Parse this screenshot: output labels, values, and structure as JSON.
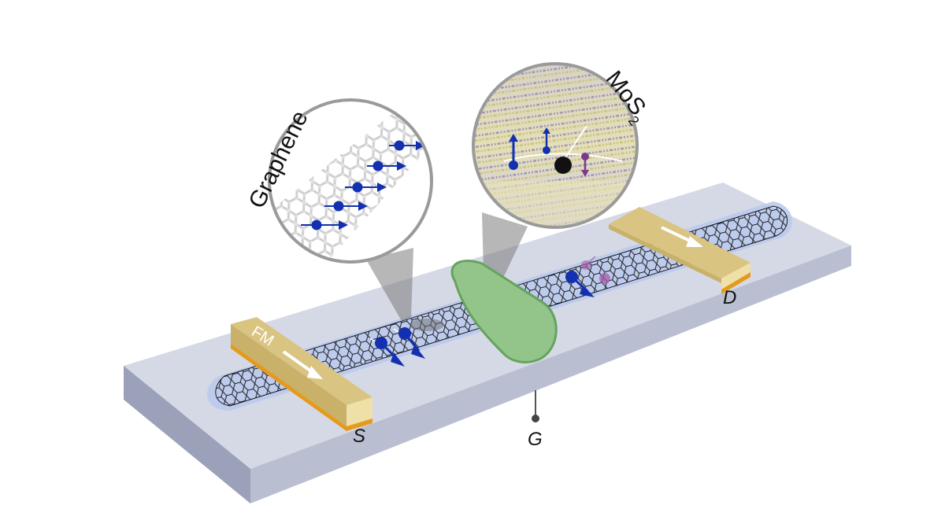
{
  "labels": {
    "source": "S",
    "drain": "D",
    "gate": "G",
    "ferromagnet": "FM",
    "graphene_inset": "Graphene",
    "mos2_main": "MoS",
    "mos2_sub": "2"
  },
  "colors": {
    "substrate_top": "#d5d9e5",
    "substrate_front": "#b9bfd1",
    "substrate_side": "#9aa1b8",
    "channel_glow": "#b9c8ee",
    "lattice": "#1a1a1a",
    "electrode_top": "#d9c482",
    "electrode_side": "#efe0a8",
    "electrode_bottom": "#e59a1c",
    "mos2_flake": "#93c48a",
    "mos2_edge": "#66a35c",
    "spin_blue": "#1230b0",
    "spin_purple": "#7a3a8c",
    "callout": "#8a8a8a",
    "inset_ring": "#9a9a9a"
  },
  "icons": [
    "spin-up-icon",
    "spin-down-icon",
    "magnetization-arrow-icon"
  ]
}
